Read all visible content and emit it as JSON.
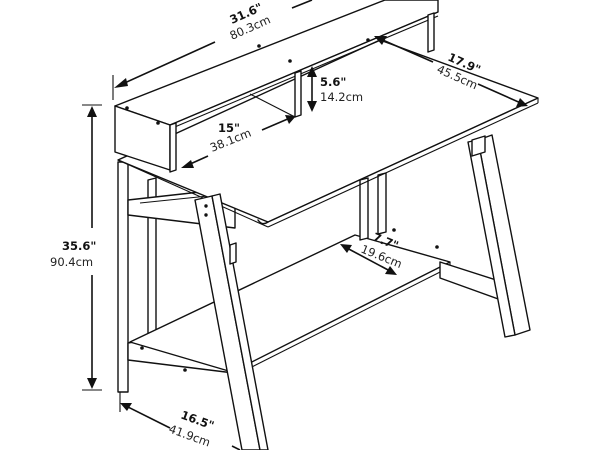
{
  "diagram": {
    "subject": "Desk with hutch shelf — dimension drawing",
    "colors": {
      "line": "#111111",
      "background": "#ffffff"
    },
    "dimensions": {
      "overall_width": {
        "imperial": "31.6\"",
        "metric": "80.3cm"
      },
      "desk_depth": {
        "imperial": "17.9\"",
        "metric": "45.5cm"
      },
      "hutch_height": {
        "imperial": "5.6\"",
        "metric": "14.2cm"
      },
      "hutch_opening_width": {
        "imperial": "15\"",
        "metric": "38.1cm"
      },
      "overall_height": {
        "imperial": "35.6\"",
        "metric": "90.4cm"
      },
      "bottom_shelf_depth": {
        "imperial": "7.7\"",
        "metric": "19.6cm"
      },
      "base_depth": {
        "imperial": "16.5\"",
        "metric": "41.9cm"
      }
    }
  }
}
